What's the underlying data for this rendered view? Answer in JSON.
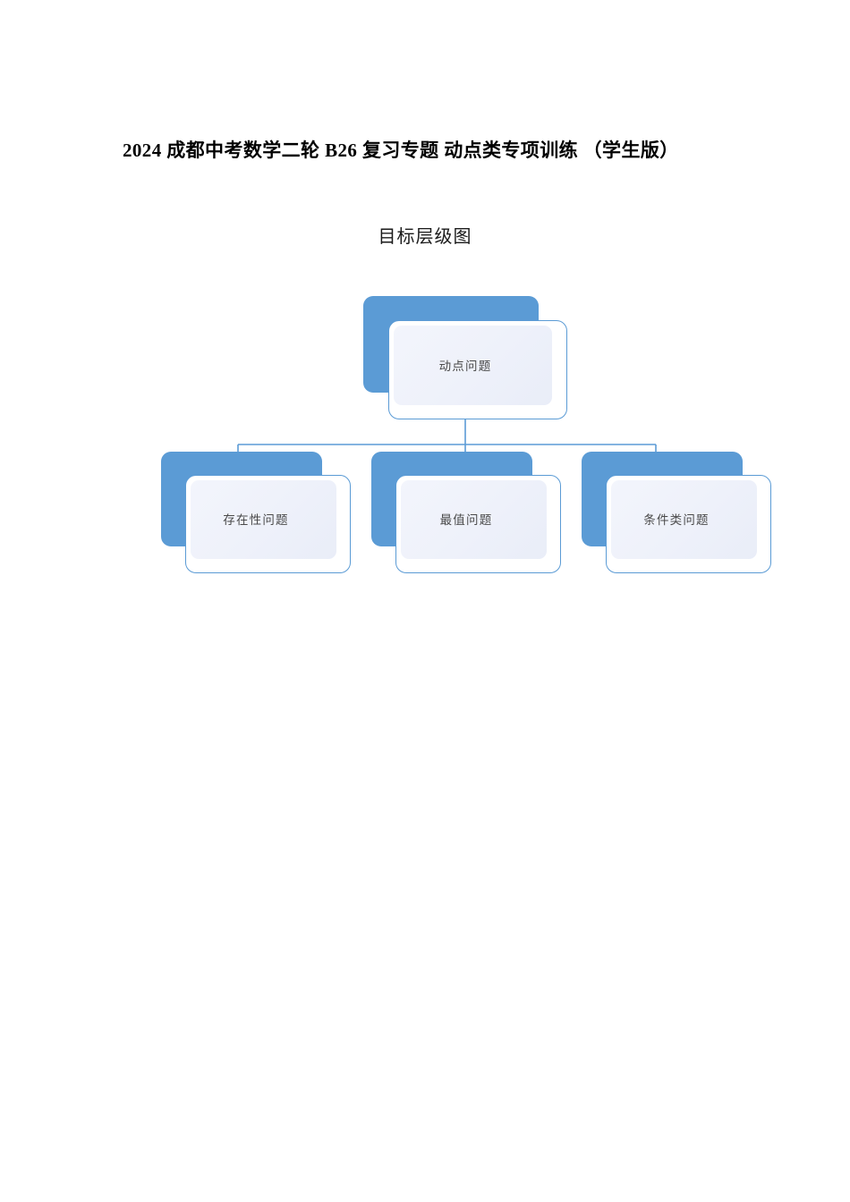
{
  "document": {
    "title": "2024 成都中考数学二轮 B26 复习专题 动点类专项训练 （学生版）",
    "subtitle": "目标层级图"
  },
  "diagram": {
    "kind": "hierarchy",
    "colors": {
      "accent_blue": "#5b9bd5",
      "card_fill": "#ffffff",
      "inner_fill": "#eef1fa",
      "connector": "#5b9bd5",
      "label_text": "#4a4a4a"
    },
    "root": {
      "label": "动点问题"
    },
    "children": [
      {
        "label": "存在性问题"
      },
      {
        "label": "最值问题"
      },
      {
        "label": "条件类问题"
      }
    ]
  }
}
